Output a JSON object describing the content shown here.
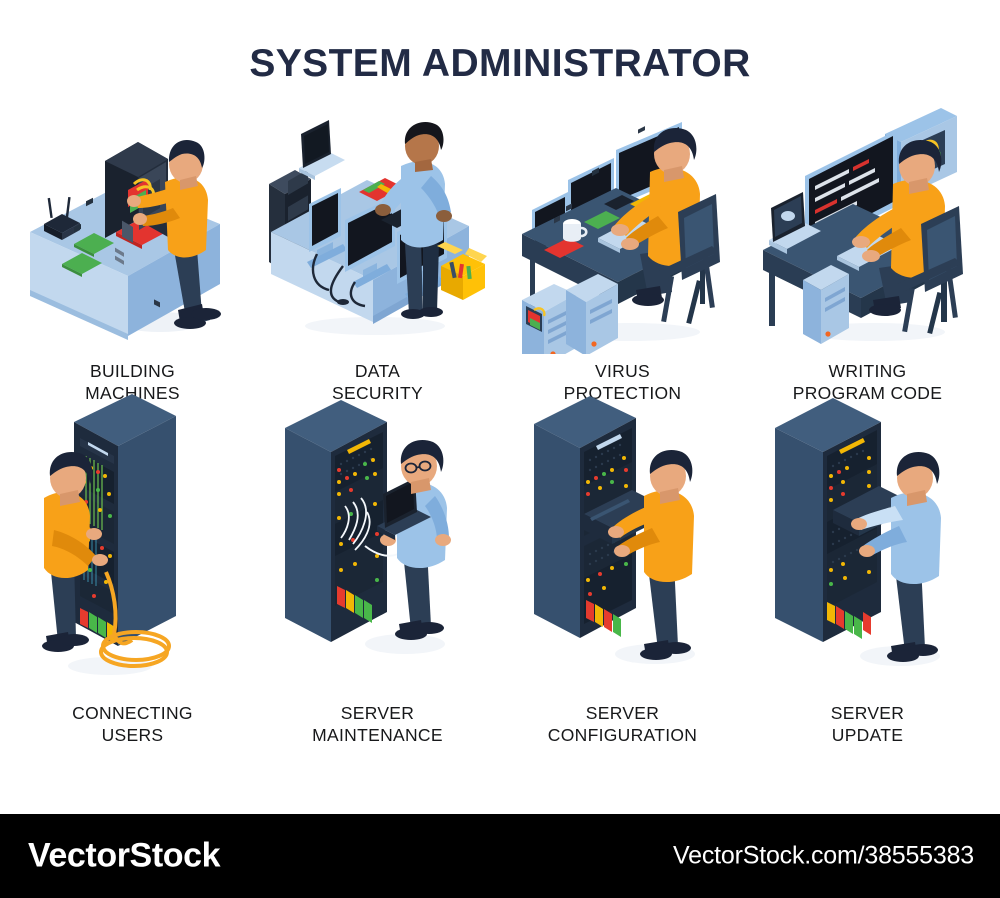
{
  "header": {
    "title": "SYSTEM ADMINISTRATOR"
  },
  "colors": {
    "title": "#222B45",
    "caption": "#17181A",
    "background": "#FFFFFF",
    "shirt_orange": "#F8A118",
    "shirt_orange_dark": "#E08A0B",
    "shirt_blue": "#9CC3E8",
    "shirt_blue_dark": "#7FADDC",
    "hair_dark": "#1B2438",
    "skin": "#E8A97E",
    "trousers": "#2C3E55",
    "shoes": "#1B2438",
    "desk_light_top": "#A9C7E5",
    "desk_light_front": "#8DB3DC",
    "desk_light_side": "#C2D8EE",
    "desk_dark_top": "#3A5572",
    "desk_dark_front": "#2A3D54",
    "rack_front": "#1E2B3D",
    "rack_side": "#36506E",
    "rack_top": "#415E7E",
    "screen_black": "#12161F",
    "led_red": "#E63B2E",
    "led_green": "#49B749",
    "led_yellow": "#F2B705",
    "cable_orange": "#F6A623",
    "toolbox_yellow": "#FFC107",
    "footer_bar": "#000000"
  },
  "scenes": [
    {
      "id": "building-machines",
      "caption": "BUILDING\nMACHINES",
      "row": 1
    },
    {
      "id": "data-security",
      "caption": "DATA\nSECURITY",
      "row": 1
    },
    {
      "id": "virus-protection",
      "caption": "VIRUS\nPROTECTION",
      "row": 1
    },
    {
      "id": "writing-program-code",
      "caption": "WRITING\nPROGRAM CODE",
      "row": 1
    },
    {
      "id": "connecting-users",
      "caption": "CONNECTING\nUSERS",
      "row": 2
    },
    {
      "id": "server-maintenance",
      "caption": "SERVER\nMAINTENANCE",
      "row": 2
    },
    {
      "id": "server-configuration",
      "caption": "SERVER\nCONFIGURATION",
      "row": 2
    },
    {
      "id": "server-update",
      "caption": "SERVER\nUPDATE",
      "row": 2
    }
  ],
  "footer": {
    "brand": "VectorStock",
    "url": "VectorStock.com/38555383"
  }
}
